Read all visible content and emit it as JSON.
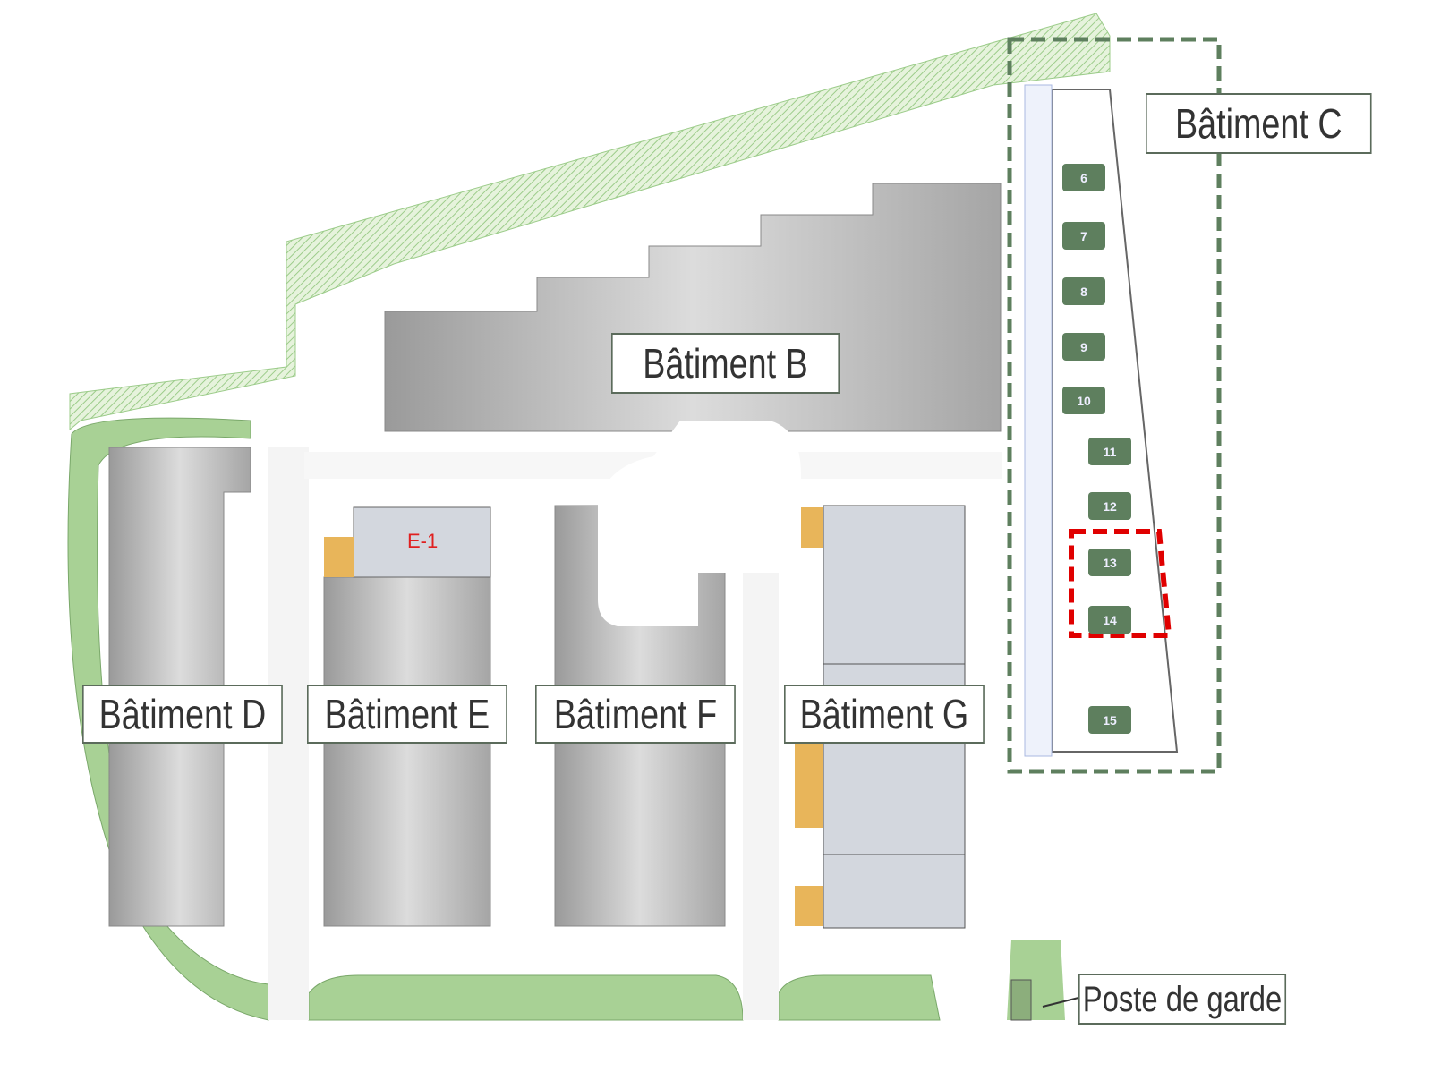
{
  "map": {
    "buildings": [
      {
        "id": "B",
        "label": "Bâtiment B"
      },
      {
        "id": "C",
        "label": "Bâtiment C"
      },
      {
        "id": "D",
        "label": "Bâtiment D"
      },
      {
        "id": "E",
        "label": "Bâtiment E"
      },
      {
        "id": "F",
        "label": "Bâtiment F"
      },
      {
        "id": "G",
        "label": "Bâtiment G"
      }
    ],
    "guard_post_label": "Poste de garde",
    "unit_e1": "E-1",
    "lots": [
      "6",
      "7",
      "8",
      "9",
      "10",
      "11",
      "12",
      "13",
      "14",
      "15"
    ],
    "highlighted_lots": [
      "13",
      "14"
    ],
    "colors": {
      "green": "#9ccc8a",
      "lot": "#5e7f5e",
      "building": "#b9b9b9",
      "unit": "#d3d7de",
      "orange": "#e8b55a",
      "highlight": "#e00000",
      "dashed": "#5e7f5e"
    }
  }
}
